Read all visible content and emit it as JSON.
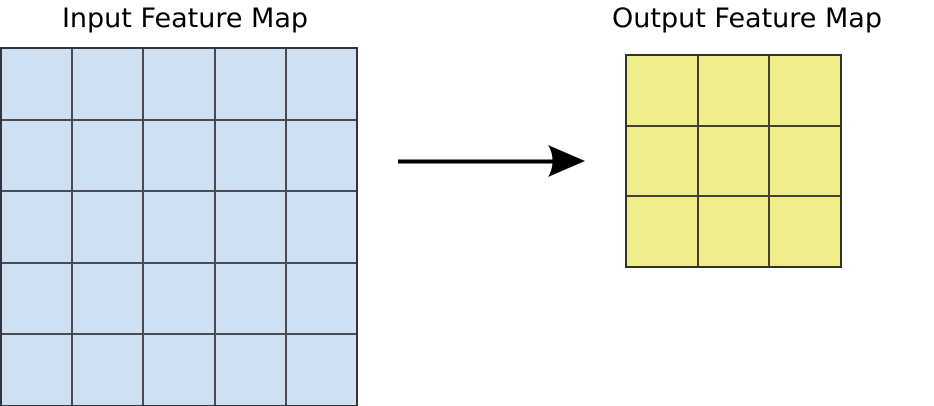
{
  "diagram": {
    "type": "feature-map-transformation",
    "background_color": "#ffffff",
    "input": {
      "title": "Input Feature Map",
      "rows": 5,
      "cols": 5,
      "cell_count": 25,
      "fill_color": "#cfe0f2",
      "line_color": "#33333c"
    },
    "output": {
      "title": "Output Feature Map",
      "rows": 3,
      "cols": 3,
      "cell_count": 9,
      "fill_color": "#f0ee8c",
      "line_color": "#33332a"
    },
    "arrow": {
      "name": "transformation-arrow",
      "direction": "left-to-right",
      "color": "#000000"
    }
  }
}
